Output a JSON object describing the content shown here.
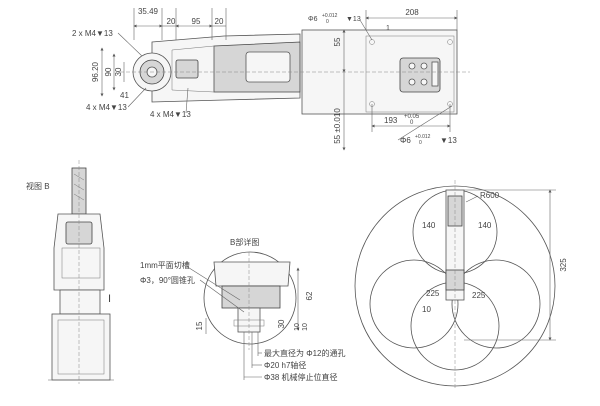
{
  "top_view": {
    "dim_35_49": "35.49",
    "dim_20a": "20",
    "dim_95": "95",
    "dim_20b": "20",
    "dim_208": "208",
    "dim_41": "41",
    "dim_96_20": "96.20",
    "dim_90": "90",
    "dim_30": "30",
    "dim_55a": "55",
    "dim_55b": "55 ±0.010",
    "dim_1": "1",
    "hole_2m4": "2 x M4▼13",
    "hole_4m4a": "4 x M4▼13",
    "hole_4m4b": "4 x M4▼13",
    "phi6_top": "Φ6",
    "phi6_top_tol_up": "+0.012",
    "phi6_top_tol_low": "0",
    "phi6_top_depth": "▼13",
    "dim_193": "193",
    "dim_193_tol_up": "+0.05",
    "dim_193_tol_low": "0",
    "phi6_bot": "Φ6",
    "phi6_bot_tol_up": "+0.012",
    "phi6_bot_tol_low": "0",
    "phi6_bot_depth": "▼13"
  },
  "side_view": {
    "title": "视图 B",
    "section_mark": "I"
  },
  "detail_view": {
    "title": "B部详图",
    "flat_groove": "1mm平面切槽",
    "taper_hole": "Φ3，90°圆锥孔",
    "dim_62": "62",
    "dim_15": "15",
    "dim_30": "30",
    "dim_10a": "10",
    "dim_10b": "10",
    "note_through_hole": "最大直径为 Φ12的通孔",
    "note_shaft": "Φ20 h7轴径",
    "note_stop": "Φ38 机械停止位直径"
  },
  "workspace_view": {
    "r600": "R600",
    "ang_140a": "140",
    "ang_140b": "140",
    "ang_225a": "225",
    "ang_225b": "225",
    "dim_325": "325",
    "dim_10": "10"
  }
}
